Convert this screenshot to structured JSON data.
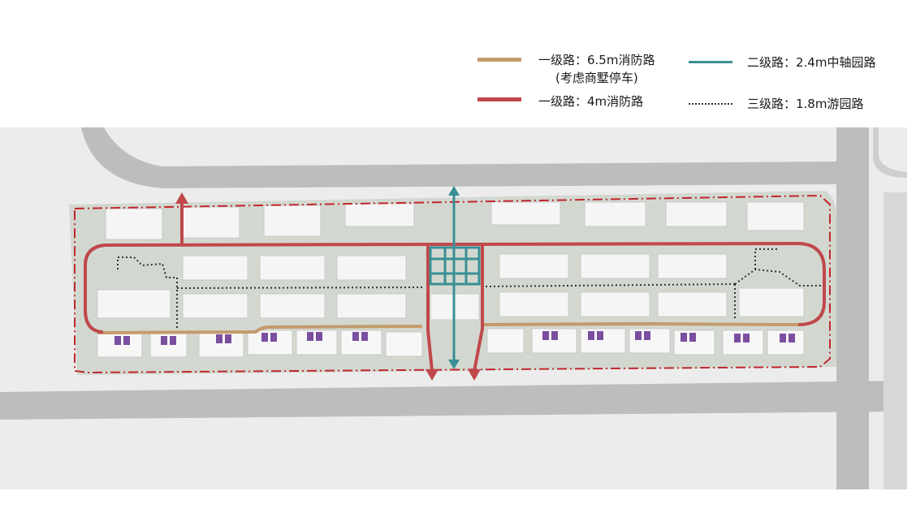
{
  "legend": {
    "items": [
      {
        "label": "一级路：6.5m消防路",
        "sublabel": "(考虑商墅停车)",
        "color": "#c49a6c",
        "style": "solid-thick"
      },
      {
        "label": "一级路：4m消防路",
        "color": "#c0484b",
        "style": "solid-thick"
      },
      {
        "label": "二级路：2.4m中轴园路",
        "color": "#3a8f95",
        "style": "solid-thick"
      },
      {
        "label": "三级路：1.8m游园路",
        "color": "#333333",
        "style": "dotted"
      }
    ]
  },
  "colors": {
    "background": "#ececec",
    "road": "#b9b9b9",
    "green": "#cfd6cd",
    "boundary": "#c0272d",
    "building": "#f7f7f7",
    "parking": "#7a4fa0"
  }
}
